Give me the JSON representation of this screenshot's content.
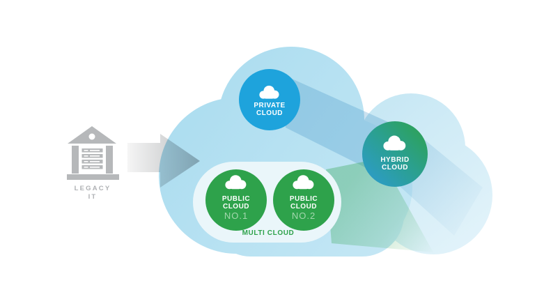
{
  "legacy_it": {
    "line1": "LEGACY",
    "line2": "IT"
  },
  "nodes": {
    "private": {
      "line1": "PRIVATE",
      "line2": "CLOUD"
    },
    "hybrid": {
      "line1": "HYBRID",
      "line2": "CLOUD"
    },
    "public1": {
      "line1": "PUBLIC",
      "line2": "CLOUD",
      "number": "NO.1"
    },
    "public2": {
      "line1": "PUBLIC",
      "line2": "CLOUD",
      "number": "NO.2"
    },
    "multi": {
      "label": "MULTI CLOUD"
    }
  },
  "icons": {
    "legacy": "bank-building-icon",
    "transition": "right-arrow-icon",
    "node": "cloud-icon"
  },
  "colors": {
    "private_blue": "#1EA3DC",
    "public_green": "#2EA24B",
    "hybrid_gradient_start": "#2C9BD4",
    "hybrid_gradient_end": "#2EA24B",
    "cloud_main_blue": "#AADCEF",
    "cloud_light_blue": "#E7F5FB",
    "pill_background": "#EAF6FA",
    "number_text": "#A3D7AD",
    "multi_label_green": "#2EA24B",
    "legacy_gray": "#B6B8BA",
    "legacy_text_gray": "#AFB1B4"
  }
}
